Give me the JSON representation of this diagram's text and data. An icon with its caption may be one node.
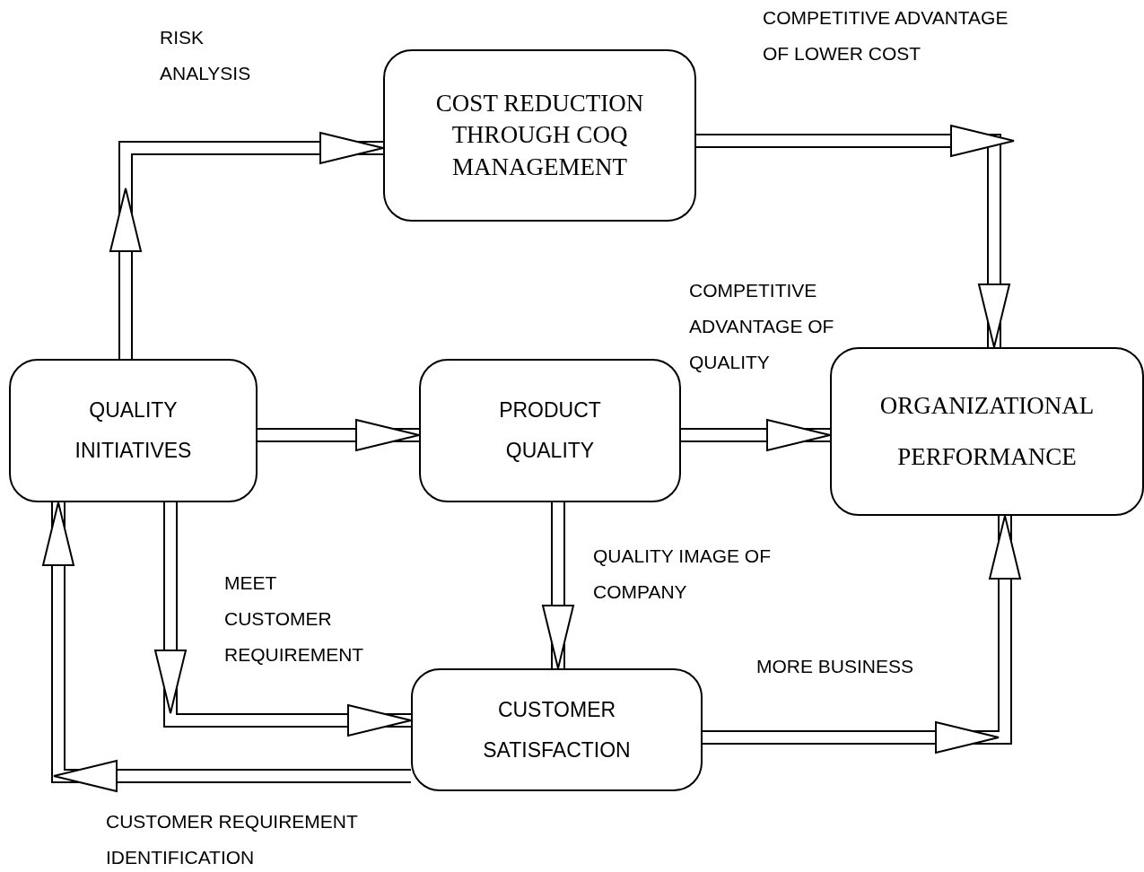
{
  "diagram": {
    "nodes": [
      {
        "text": [
          "QUALITY INITIATIVES"
        ]
      },
      {
        "text": [
          "COST REDUCTION THROUGH COQ MANAGEMENT"
        ]
      },
      {
        "text": [
          "PRODUCT QUALITY"
        ]
      },
      {
        "text": [
          "ORGANIZATIONAL PERFORMANCE"
        ]
      },
      {
        "text": [
          "CUSTOMER SATISFACTION"
        ]
      }
    ],
    "edges": [
      {
        "from": 0,
        "to": 1,
        "arrow": "to",
        "label": "RISK ANALYSIS"
      },
      {
        "from": 1,
        "to": 3,
        "arrow": "to",
        "label": "COMPETITIVE ADVANTAGE OF LOWER COST"
      },
      {
        "from": 0,
        "to": 2,
        "arrow": "to"
      },
      {
        "from": 2,
        "to": 3,
        "arrow": "to",
        "label": "COMPETITIVE ADVANTAGE OF QUALITY"
      },
      {
        "from": 2,
        "to": 4,
        "arrow": "to",
        "label": "QUALITY IMAGE OF COMPANY"
      },
      {
        "from": 0,
        "to": 4,
        "arrow": "to",
        "label": "MEET CUSTOMER REQUIREMENT"
      },
      {
        "from": 4,
        "to": 3,
        "arrow": "to",
        "label": "MORE BUSINESS"
      },
      {
        "from": 4,
        "to": 0,
        "arrow": "to",
        "label": "CUSTOMER REQUIREMENT IDENTIFICATION"
      }
    ]
  }
}
